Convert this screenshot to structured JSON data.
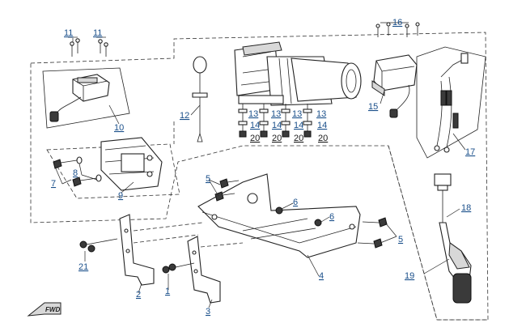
{
  "labels": {
    "l1": "1",
    "l2": "2",
    "l3": "3",
    "l4": "4",
    "l5a": "5",
    "l5b": "5",
    "l6a": "6",
    "l6b": "6",
    "l7": "7",
    "l8": "8",
    "l9": "9",
    "l10": "10",
    "l11a": "11",
    "l11b": "11",
    "l12": "12",
    "l13a": "13",
    "l13b": "13",
    "l13c": "13",
    "l13d": "13",
    "l14a": "14",
    "l14b": "14",
    "l14c": "14",
    "l14d": "14",
    "l15": "15",
    "l16": "16",
    "l17": "17",
    "l18": "18",
    "l19": "19",
    "l20a": "20",
    "l20b": "20",
    "l20c": "20",
    "l20d": "20",
    "l21": "21"
  },
  "logo_text": "FWD",
  "colors": {
    "callout": "#1a4f8a",
    "line": "#222222"
  }
}
